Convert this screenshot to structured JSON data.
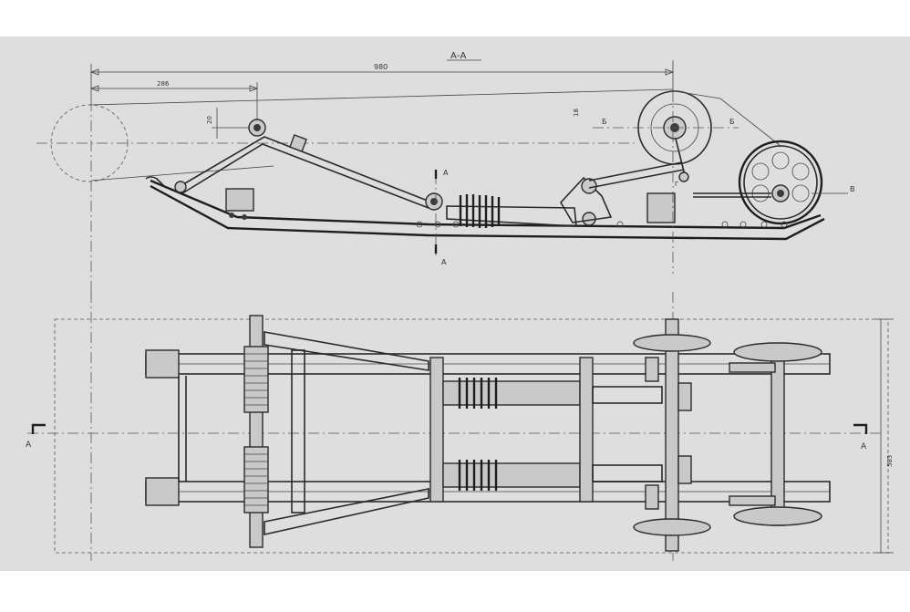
{
  "drawing": {
    "section_title": "А-А",
    "dimensions": {
      "overall_length": "980",
      "front_offset": "286",
      "height_small": "20",
      "height_right": "18",
      "plan_width": "583"
    },
    "section_marks": {
      "a_top": "А",
      "a_bottom": "А",
      "b_left": "Б",
      "b_right": "Б",
      "v_right": "В",
      "g_small": "Г",
      "plan_a_left": "А",
      "plan_a_right": "А"
    }
  },
  "colors": {
    "paper": "#dedede",
    "ink": "#2a2a2a",
    "background": "#ffffff"
  }
}
